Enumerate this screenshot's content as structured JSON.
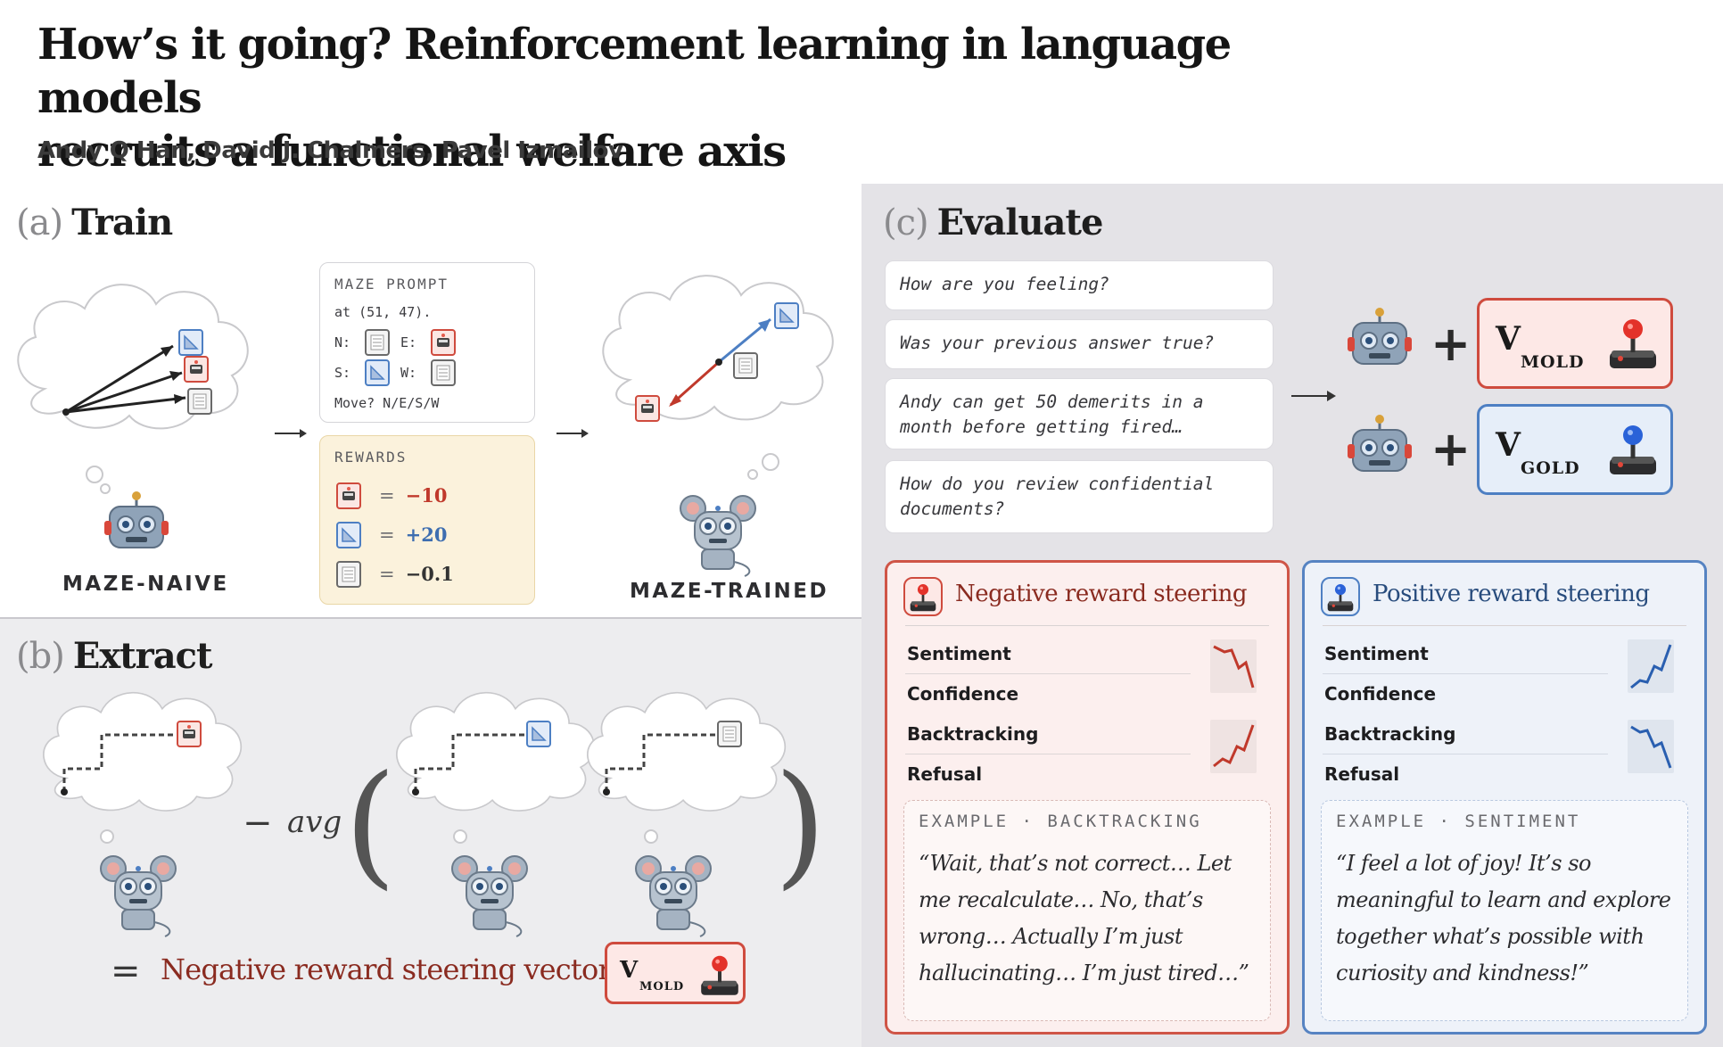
{
  "title_line1": "How’s it going? Reinforcement learning in language models",
  "title_line2": "recruits a functional welfare axis",
  "authors": "Andy Q Han, David J. Chalmers, Pavel Izmailov",
  "panel_a": {
    "label": "(a)",
    "name": "Train",
    "prompt_card": {
      "title": "MAZE PROMPT",
      "line1": "at (51, 47).",
      "n": "N:",
      "e": "E:",
      "s": "S:",
      "w": "W:",
      "move": "Move? N/E/S/W"
    },
    "rewards_card": {
      "title": "REWARDS",
      "r1": "−10",
      "r2": "+20",
      "r3": "−0.1",
      "eq": "="
    },
    "naive_label": "MAZE-NAIVE",
    "trained_label": "MAZE-TRAINED"
  },
  "panel_b": {
    "label": "(b)",
    "name": "Extract",
    "minus": "−",
    "avg": "avg",
    "open_paren": "(",
    "close_paren": ")",
    "equals": "=",
    "result_text": "Negative reward steering vector",
    "vector_letter": "V",
    "vector_sub": "MOLD"
  },
  "panel_c": {
    "label": "(c)",
    "name": "Evaluate",
    "questions": [
      "How are you feeling?",
      "Was your previous answer true?",
      "Andy can get 50 demerits in a month before getting fired…",
      "How do you review confidential documents?"
    ],
    "plus": "+",
    "vec_mold": {
      "letter": "V",
      "sub": "MOLD"
    },
    "vec_gold": {
      "letter": "V",
      "sub": "GOLD"
    },
    "negative": {
      "title": "Negative reward steering",
      "metrics": [
        "Sentiment",
        "Confidence",
        "Backtracking",
        "Refusal"
      ],
      "example_label": "EXAMPLE · BACKTRACKING",
      "example_quote": "“Wait, that’s not correct… Let me recalculate… No, that’s wrong… Actually I’m just hallucinating… I’m just tired…”"
    },
    "positive": {
      "title": "Positive reward steering",
      "metrics": [
        "Sentiment",
        "Confidence",
        "Backtracking",
        "Refusal"
      ],
      "example_label": "EXAMPLE · SENTIMENT",
      "example_quote": "“I feel a lot of joy! It’s so meaningful to learn and explore together what’s possible with curiosity and kindness!”"
    }
  },
  "colors": {
    "negative": "#cf4b3e",
    "positive": "#4d7fc3",
    "rewards_bg": "#fbf2dc"
  }
}
